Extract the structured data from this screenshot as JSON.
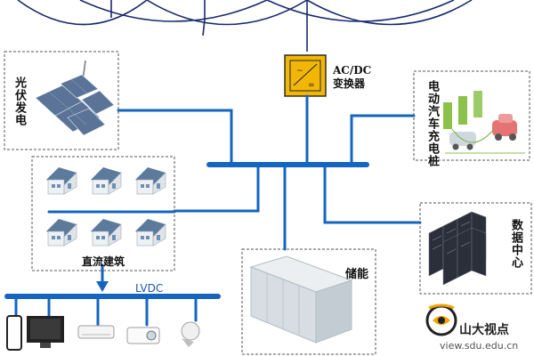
{
  "labels": {
    "pv": "光伏发电",
    "converter_line1": "AC/DC",
    "converter_line2": "变换器",
    "ev": "电动汽车充电桩",
    "dc_building": "直流建筑",
    "lvdc": "LVDC",
    "storage": "储能",
    "datacenter": "数据中心"
  },
  "watermark": {
    "brand": "山大视点",
    "url": "view.sdu.edu.cn"
  },
  "colors": {
    "bus": "#1565c0",
    "grid_wire": "#1a2a6c",
    "converter": "#f2b705",
    "dashed_box": "#555555"
  }
}
